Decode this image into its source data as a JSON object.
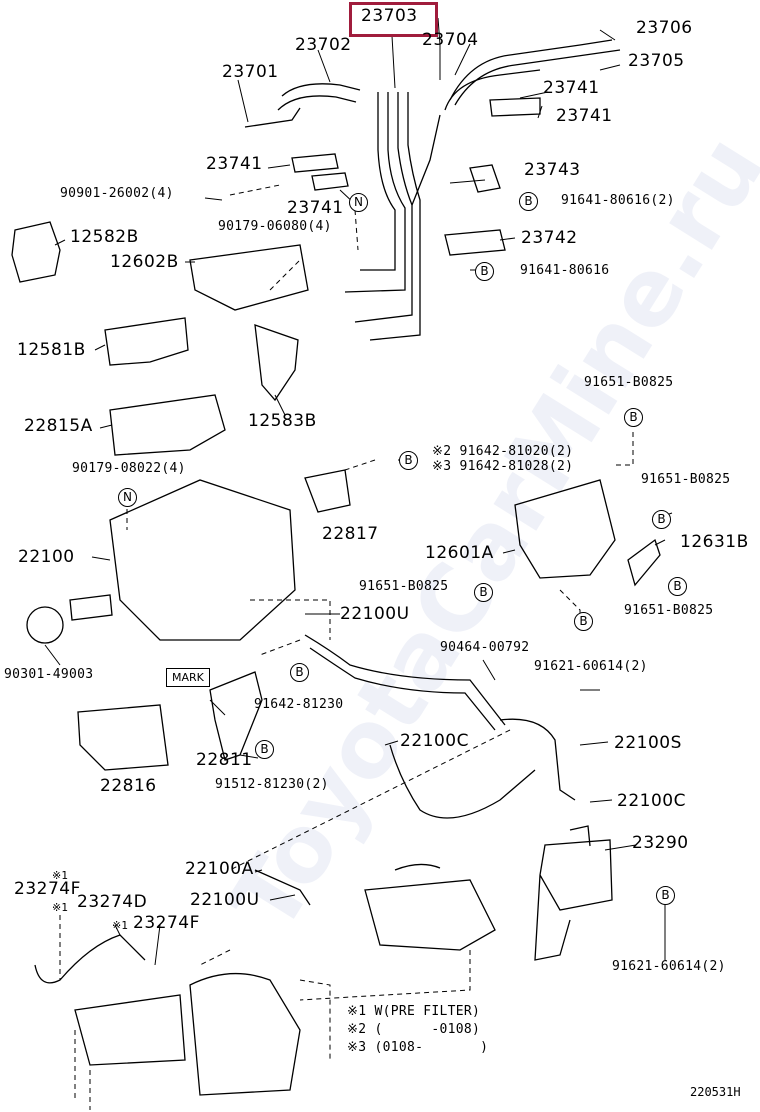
{
  "diagram": {
    "highlighted_part": "23703",
    "image_code": "220531H",
    "watermark": "ToyotaCarMine.ru",
    "mark_label": "MARK",
    "circle_b": "B",
    "circle_n": "N",
    "footnotes": [
      "※1 W(PRE FILTER)",
      "※2 (      -0108)",
      "※3 (0108-       )"
    ],
    "labels": {
      "p23703": "23703",
      "p23704": "23704",
      "p23706": "23706",
      "p23702": "23702",
      "p23705": "23705",
      "p23701": "23701",
      "p23741a": "23741",
      "p23741b": "23741",
      "p23741c": "23741",
      "p23741d": "23741",
      "p90901": "90901-26002(4)",
      "p23743": "23743",
      "p91641a": "91641-80616(2)",
      "p90179a": "90179-06080(4)",
      "p12582B": "12582B",
      "p12602B": "12602B",
      "p23742": "23742",
      "p91641b": "91641-80616",
      "p12581B": "12581B",
      "p91651a": "91651-B0825",
      "p22815A": "22815A",
      "p12583B": "12583B",
      "p91642a": "※2 91642-81020(2)",
      "p91642b": "※3 91642-81028(2)",
      "p90179b": "90179-08022(4)",
      "p91651b": "91651-B0825",
      "p22817": "22817",
      "p22100": "22100",
      "p12601A": "12601A",
      "p12631B": "12631B",
      "p91651c": "91651-B0825",
      "p91651d": "91651-B0825",
      "p22100U": "22100U",
      "p90464": "90464-00792",
      "p90301": "90301-49003",
      "p91621a": "91621-60614(2)",
      "p91642c": "91642-81230",
      "p22100S": "22100S",
      "p22811": "22811",
      "p22100C": "22100C",
      "p22816": "22816",
      "p91512": "91512-81230(2)",
      "p22100Cb": "22100C",
      "p23290": "23290",
      "p22100A": "22100A",
      "p23274F": "23274F",
      "p22100Ub": "22100U",
      "p23274D": "23274D",
      "p23274Fb": "23274F",
      "p91621b": "91621-60614(2)",
      "s1a": "※1",
      "s1b": "※1",
      "s1c": "※1"
    }
  }
}
